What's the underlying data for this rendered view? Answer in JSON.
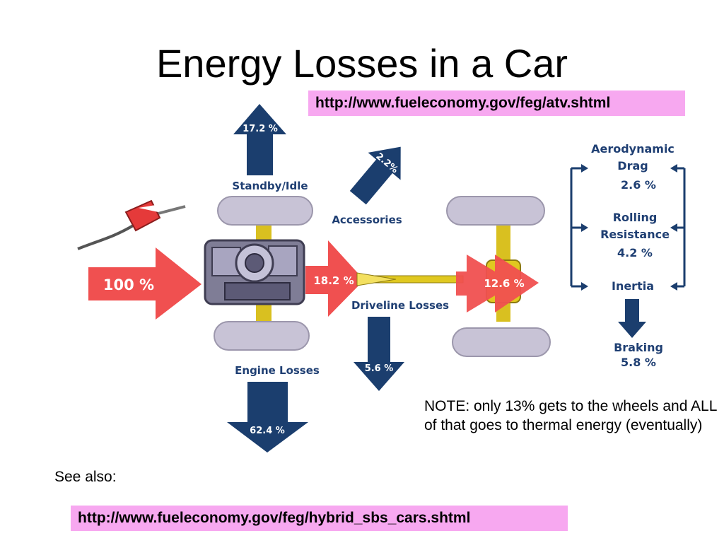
{
  "title": "Energy Losses in a Car",
  "links": {
    "top": "http://www.fueleconomy.gov/feg/atv.shtml",
    "bottom": "http://www.fueleconomy.gov/feg/hybrid_sbs_cars.shtml"
  },
  "see_also": "See also:",
  "note": "NOTE: only 13% gets to the wheels and ALL of that goes to thermal energy (eventually)",
  "diagram": {
    "input": "100 %",
    "standby": {
      "label": "Standby/Idle",
      "value": "17.2 %"
    },
    "accessories": {
      "label": "Accessories",
      "value": "2.2%"
    },
    "engine": {
      "label": "Engine Losses",
      "value": "62.4 %"
    },
    "to_driveline": "18.2 %",
    "driveline": {
      "label": "Driveline Losses",
      "value": "5.6 %"
    },
    "to_wheels": "12.6 %",
    "aero": {
      "label1": "Aerodynamic",
      "label2": "Drag",
      "value": "2.6 %"
    },
    "rolling": {
      "label1": "Rolling",
      "label2": "Resistance",
      "value": "4.2 %"
    },
    "inertia": "Inertia",
    "braking": {
      "label": "Braking",
      "value": "5.8 %"
    }
  },
  "colors": {
    "red_arrow": "#f05050",
    "blue_arrow": "#1b3e6e",
    "link_bg": "#f7a8f0",
    "tire": "#c8c3d6"
  }
}
